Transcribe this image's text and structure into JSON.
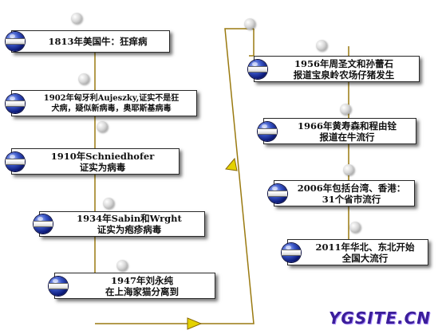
{
  "left_column": [
    {
      "text": "1813年美国牛：狂痒病"
    },
    {
      "text": "1902年匈牙利Aujeszky,证实不是狂\n犬病，疑似新病毒，奥耶斯基病毒"
    },
    {
      "text": "1910年Schniedhofer\n证实为病毒"
    },
    {
      "text": "1934年Sabin和Wrght\n证实为疱疹病毒"
    },
    {
      "text": "1947年刘永纯\n在上海家猫分离到"
    }
  ],
  "right_column": [
    {
      "text": "1956年周圣文和孙蕾石\n报道宝泉岭农场仔猪发生"
    },
    {
      "text": "1966年黄寿森和程由铨\n报道在牛流行"
    },
    {
      "text": "2006年包括台湾、香港：\n31个省市流行"
    },
    {
      "text": "2011年华北、东北开始\n全国大流行"
    }
  ],
  "watermark": "YGSITE.CN",
  "colors": {
    "connector": "#9a7a10",
    "arrow_fill": "#e4d200",
    "box_border": "#2a2a2a",
    "globe": "#1a2a9a",
    "watermark": "#3b1d9a"
  }
}
